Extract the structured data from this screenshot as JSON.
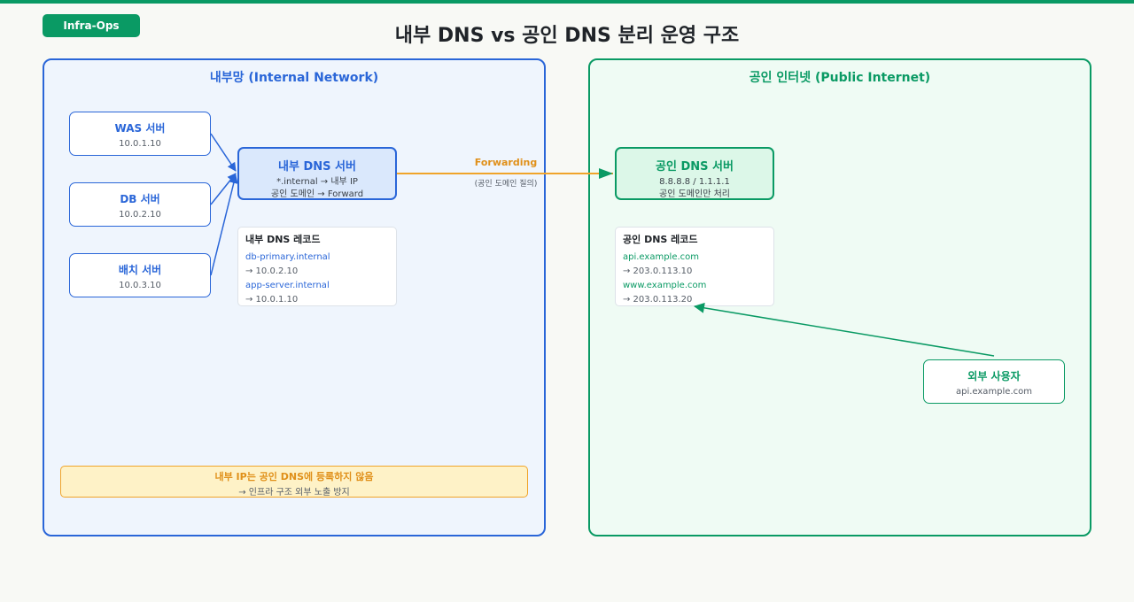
{
  "tag": "Infra-Ops",
  "title": "내부 DNS vs 공인 DNS 분리 운영 구조",
  "internal": {
    "title": "내부망 (Internal Network)",
    "servers": [
      {
        "name": "WAS 서버",
        "ip": "10.0.1.10"
      },
      {
        "name": "DB 서버",
        "ip": "10.0.2.10"
      },
      {
        "name": "배치 서버",
        "ip": "10.0.3.10"
      }
    ],
    "dns": {
      "title": "내부 DNS 서버",
      "line1": "*.internal → 내부 IP",
      "line2": "공인 도메인 → Forward"
    },
    "records": {
      "title": "내부 DNS 레코드",
      "items": [
        {
          "name": "db-primary.internal",
          "ip": "→ 10.0.2.10"
        },
        {
          "name": "app-server.internal",
          "ip": "→ 10.0.1.10"
        }
      ]
    },
    "warning": {
      "line1": "내부 IP는 공인 DNS에 등록하지 않음",
      "line2": "→ 인프라 구조 외부 노출 방지"
    }
  },
  "forwarding": {
    "label": "Forwarding",
    "sub": "(공인 도메인 질의)"
  },
  "public": {
    "title": "공인 인터넷 (Public Internet)",
    "dns": {
      "title": "공인 DNS 서버",
      "line1": "8.8.8.8 / 1.1.1.1",
      "line2": "공인 도메인만 처리"
    },
    "records": {
      "title": "공인 DNS 레코드",
      "items": [
        {
          "name": "api.example.com",
          "ip": "→ 203.0.113.10"
        },
        {
          "name": "www.example.com",
          "ip": "→ 203.0.113.20"
        }
      ]
    },
    "user": {
      "title": "외부 사용자",
      "sub": "api.example.com"
    }
  },
  "colors": {
    "internal": "#2a66d8",
    "public": "#0a9a64",
    "forward": "#f0a42a",
    "warning_bg": "#fef2c7"
  }
}
